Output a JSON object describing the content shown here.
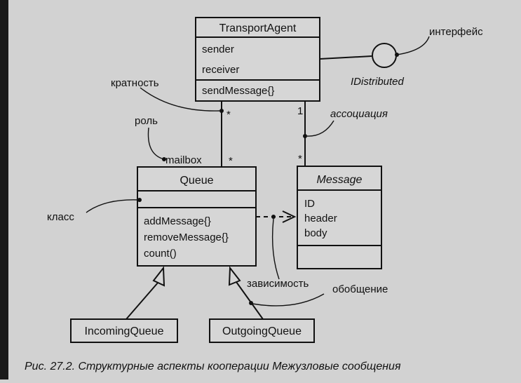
{
  "classes": {
    "transport_agent": {
      "name": "TransportAgent",
      "attrs": [
        "sender",
        "receiver"
      ],
      "ops": [
        "sendMessage{}"
      ]
    },
    "queue": {
      "name": "Queue",
      "ops": [
        "addMessage{}",
        "removeMessage{}",
        "count()"
      ]
    },
    "message": {
      "name": "Message",
      "attrs": [
        "ID",
        "header",
        "body"
      ]
    },
    "incoming_queue": {
      "name": "IncomingQueue"
    },
    "outgoing_queue": {
      "name": "OutgoingQueue"
    }
  },
  "interface": {
    "name": "IDistributed"
  },
  "multiplicity": {
    "agent_queue": "*",
    "queue_end": "*",
    "agent_message": "1",
    "message_end": "*"
  },
  "role": "mailbox",
  "annotations": {
    "interface": "интерфейс",
    "multiplicity": "кратность",
    "role": "роль",
    "association": "ассоциация",
    "class": "класс",
    "dependency": "зависимость",
    "generalization": "обобщение"
  },
  "caption": "Рис. 27.2. Структурные аспекты кооперации Межузловые сообщения"
}
